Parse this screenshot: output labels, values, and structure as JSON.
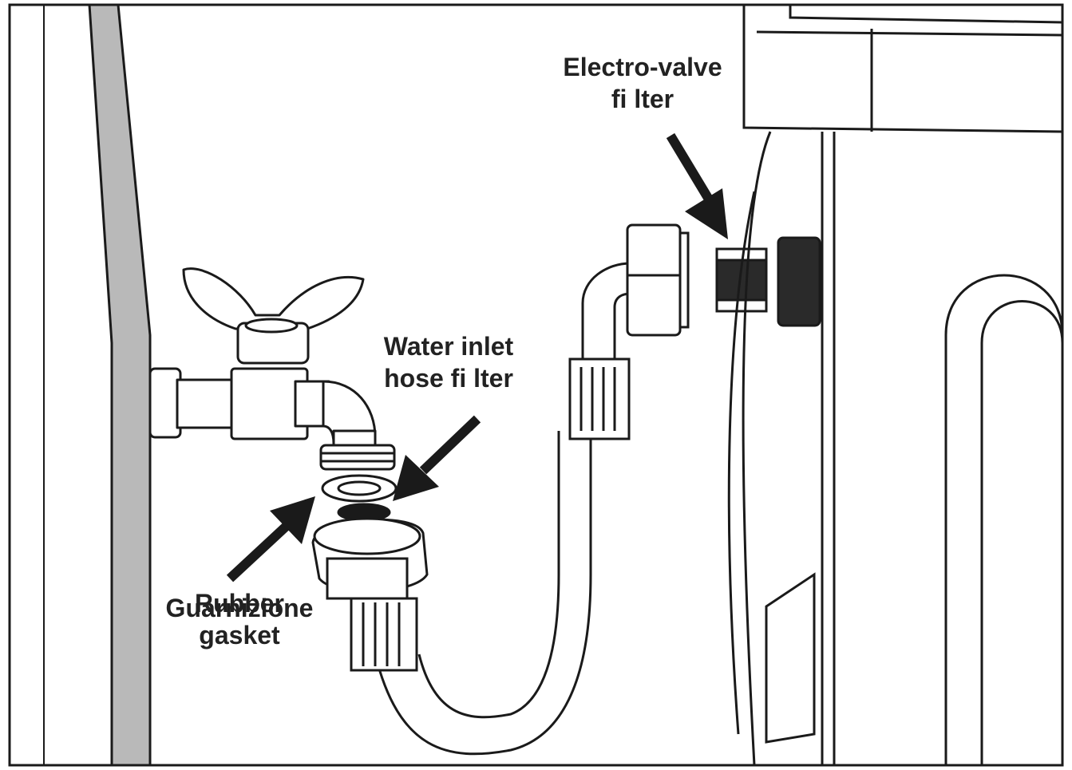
{
  "labels": {
    "electro_valve_filter": {
      "line1": "Electro-valve",
      "line2": "fi lter"
    },
    "water_inlet_hose_filter": {
      "line1": "Water inlet",
      "line2": "hose fi lter"
    },
    "rubber_gasket": {
      "line1": "Rubber",
      "line2": "gasket",
      "overlay": "Guarnizione"
    }
  },
  "colors": {
    "wall": "#b9b9b9",
    "outline": "#1a1a1a",
    "filter_mesh": "#2a2a2a",
    "label": "#222222"
  }
}
